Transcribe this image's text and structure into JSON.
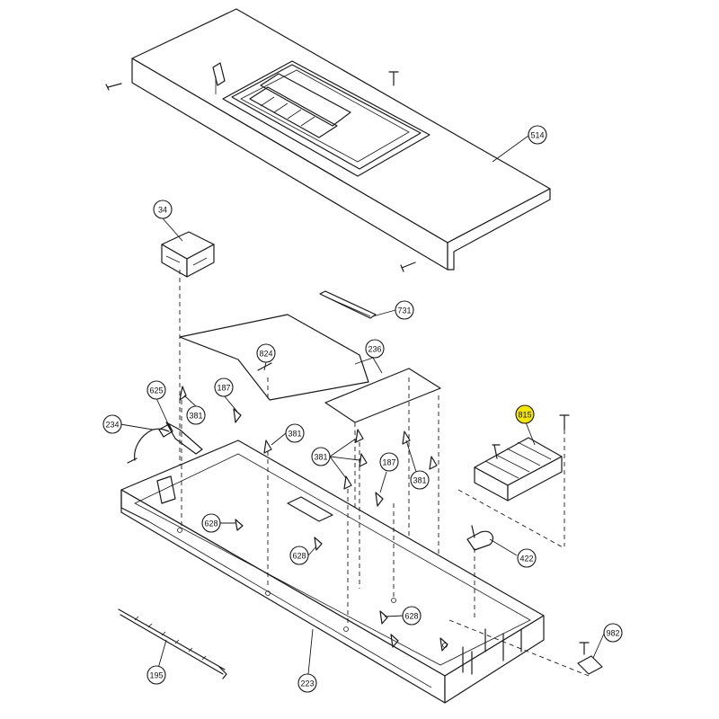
{
  "callouts": [
    {
      "id": "c514",
      "label": "514",
      "highlight": false
    },
    {
      "id": "c34",
      "label": "34",
      "highlight": false
    },
    {
      "id": "c731",
      "label": "731",
      "highlight": false
    },
    {
      "id": "c824",
      "label": "824",
      "highlight": false
    },
    {
      "id": "c236",
      "label": "236",
      "highlight": false
    },
    {
      "id": "c625",
      "label": "625",
      "highlight": false
    },
    {
      "id": "c187a",
      "label": "187",
      "highlight": false
    },
    {
      "id": "c381a",
      "label": "381",
      "highlight": false
    },
    {
      "id": "c234",
      "label": "234",
      "highlight": false
    },
    {
      "id": "c381b",
      "label": "381",
      "highlight": false
    },
    {
      "id": "c381c",
      "label": "381",
      "highlight": false
    },
    {
      "id": "c187b",
      "label": "187",
      "highlight": false
    },
    {
      "id": "c381d",
      "label": "381",
      "highlight": false
    },
    {
      "id": "c815",
      "label": "815",
      "highlight": true
    },
    {
      "id": "c628a",
      "label": "628",
      "highlight": false
    },
    {
      "id": "c628b",
      "label": "628",
      "highlight": false
    },
    {
      "id": "c422",
      "label": "422",
      "highlight": false
    },
    {
      "id": "c628c",
      "label": "628",
      "highlight": false
    },
    {
      "id": "c982",
      "label": "982",
      "highlight": false
    },
    {
      "id": "c195",
      "label": "195",
      "highlight": false
    },
    {
      "id": "c223",
      "label": "223",
      "highlight": false
    }
  ],
  "colors": {
    "highlight": "#f5e600",
    "ink": "#1a1a1a",
    "background": "#ffffff"
  }
}
